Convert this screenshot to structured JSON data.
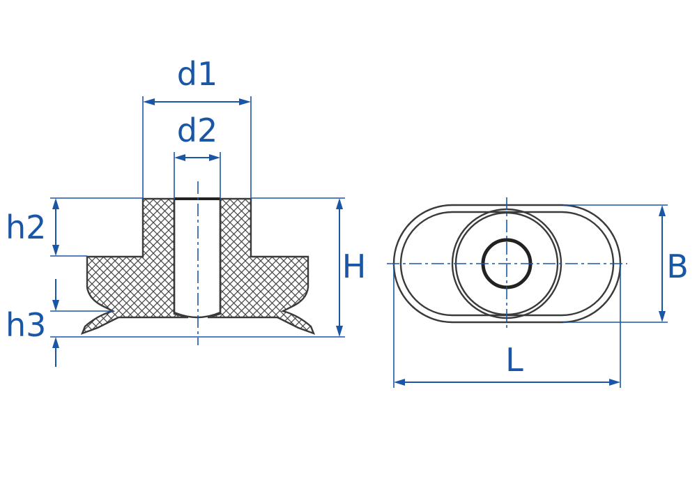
{
  "labels": {
    "d1": "d1",
    "d2": "d2",
    "h2": "h2",
    "h3": "h3",
    "H": "H",
    "L": "L",
    "B": "B"
  },
  "colors": {
    "dimension": "#1a56a6",
    "outline": "#3a3a3a",
    "hatch": "#444444"
  }
}
